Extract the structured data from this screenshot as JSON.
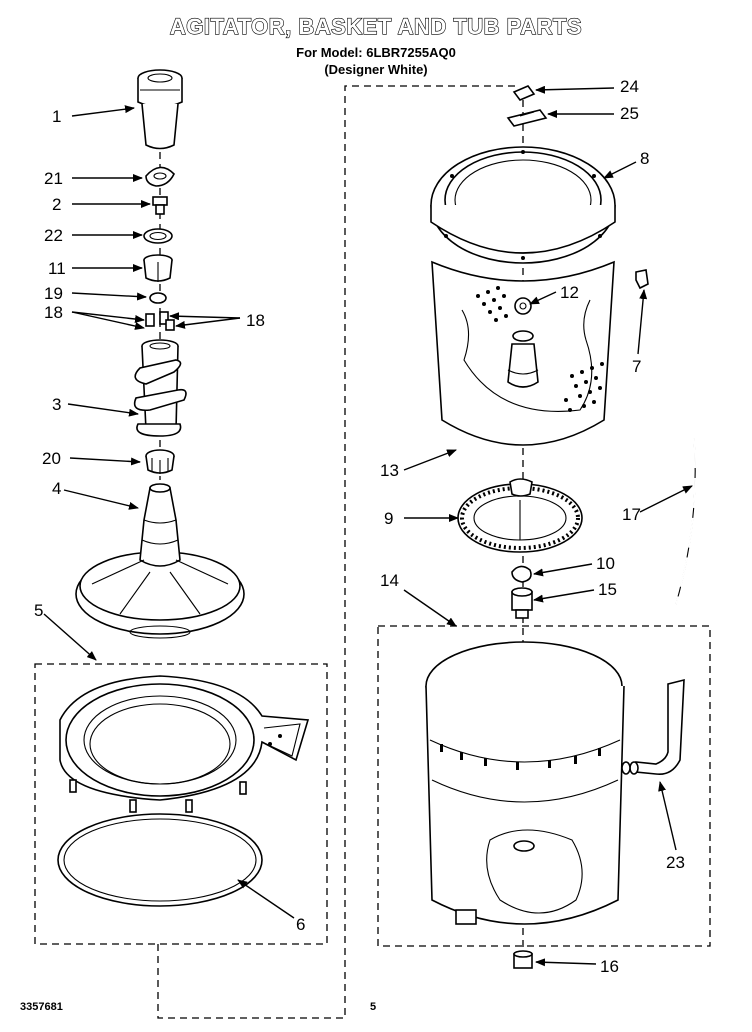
{
  "header": {
    "title": "AGITATOR, BASKET AND TUB PARTS",
    "model": "For Model: 6LBR7255AQ0",
    "variant": "(Designer White)"
  },
  "footer": {
    "document_number": "3357681",
    "page_number": "5"
  },
  "callouts": {
    "c1": "1",
    "c21": "21",
    "c2": "2",
    "c22": "22",
    "c11": "11",
    "c19": "19",
    "c18a": "18",
    "c18b": "18",
    "c3": "3",
    "c20": "20",
    "c4": "4",
    "c5": "5",
    "c6": "6",
    "c24": "24",
    "c25": "25",
    "c8": "8",
    "c12": "12",
    "c7": "7",
    "c13": "13",
    "c9": "9",
    "c17": "17",
    "c10": "10",
    "c14": "14",
    "c15": "15",
    "c23": "23",
    "c16": "16"
  }
}
